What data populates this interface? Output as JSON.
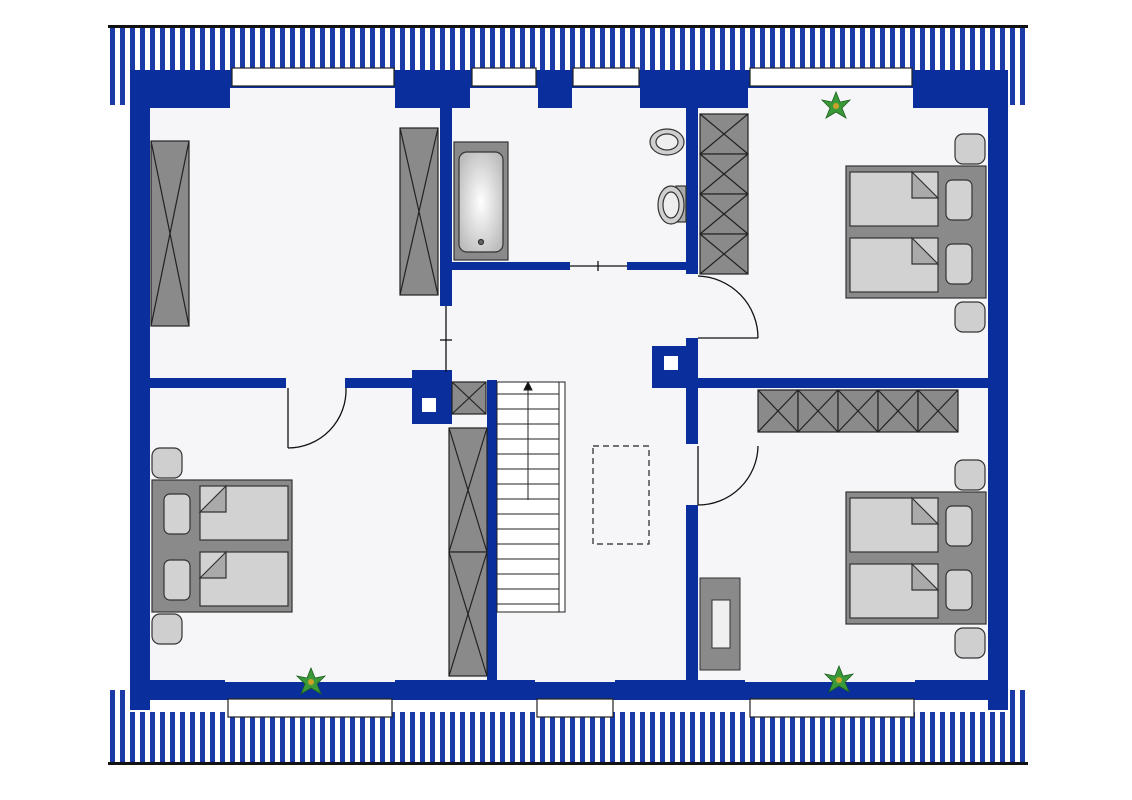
{
  "floor_plan": {
    "colors": {
      "wall": "#0a2f9c",
      "floor": "#f6f6f9",
      "furniture": "#8a8a8a",
      "furniture_light": "#d2d2d2",
      "roof_stripe": "#1a3aa8",
      "plant": "#3a9a3a"
    },
    "rooms": [
      "bedroom-top-left",
      "bathroom",
      "bedroom-top-right",
      "bedroom-bottom-left",
      "hallway",
      "bedroom-bottom-right"
    ],
    "icons": [
      "double-bed-icon",
      "wardrobe-icon",
      "bathtub-icon",
      "toilet-icon",
      "sink-icon",
      "staircase-icon",
      "plant-icon",
      "window-icon",
      "door-icon",
      "chimney-icon"
    ],
    "staircase_direction": "up"
  }
}
